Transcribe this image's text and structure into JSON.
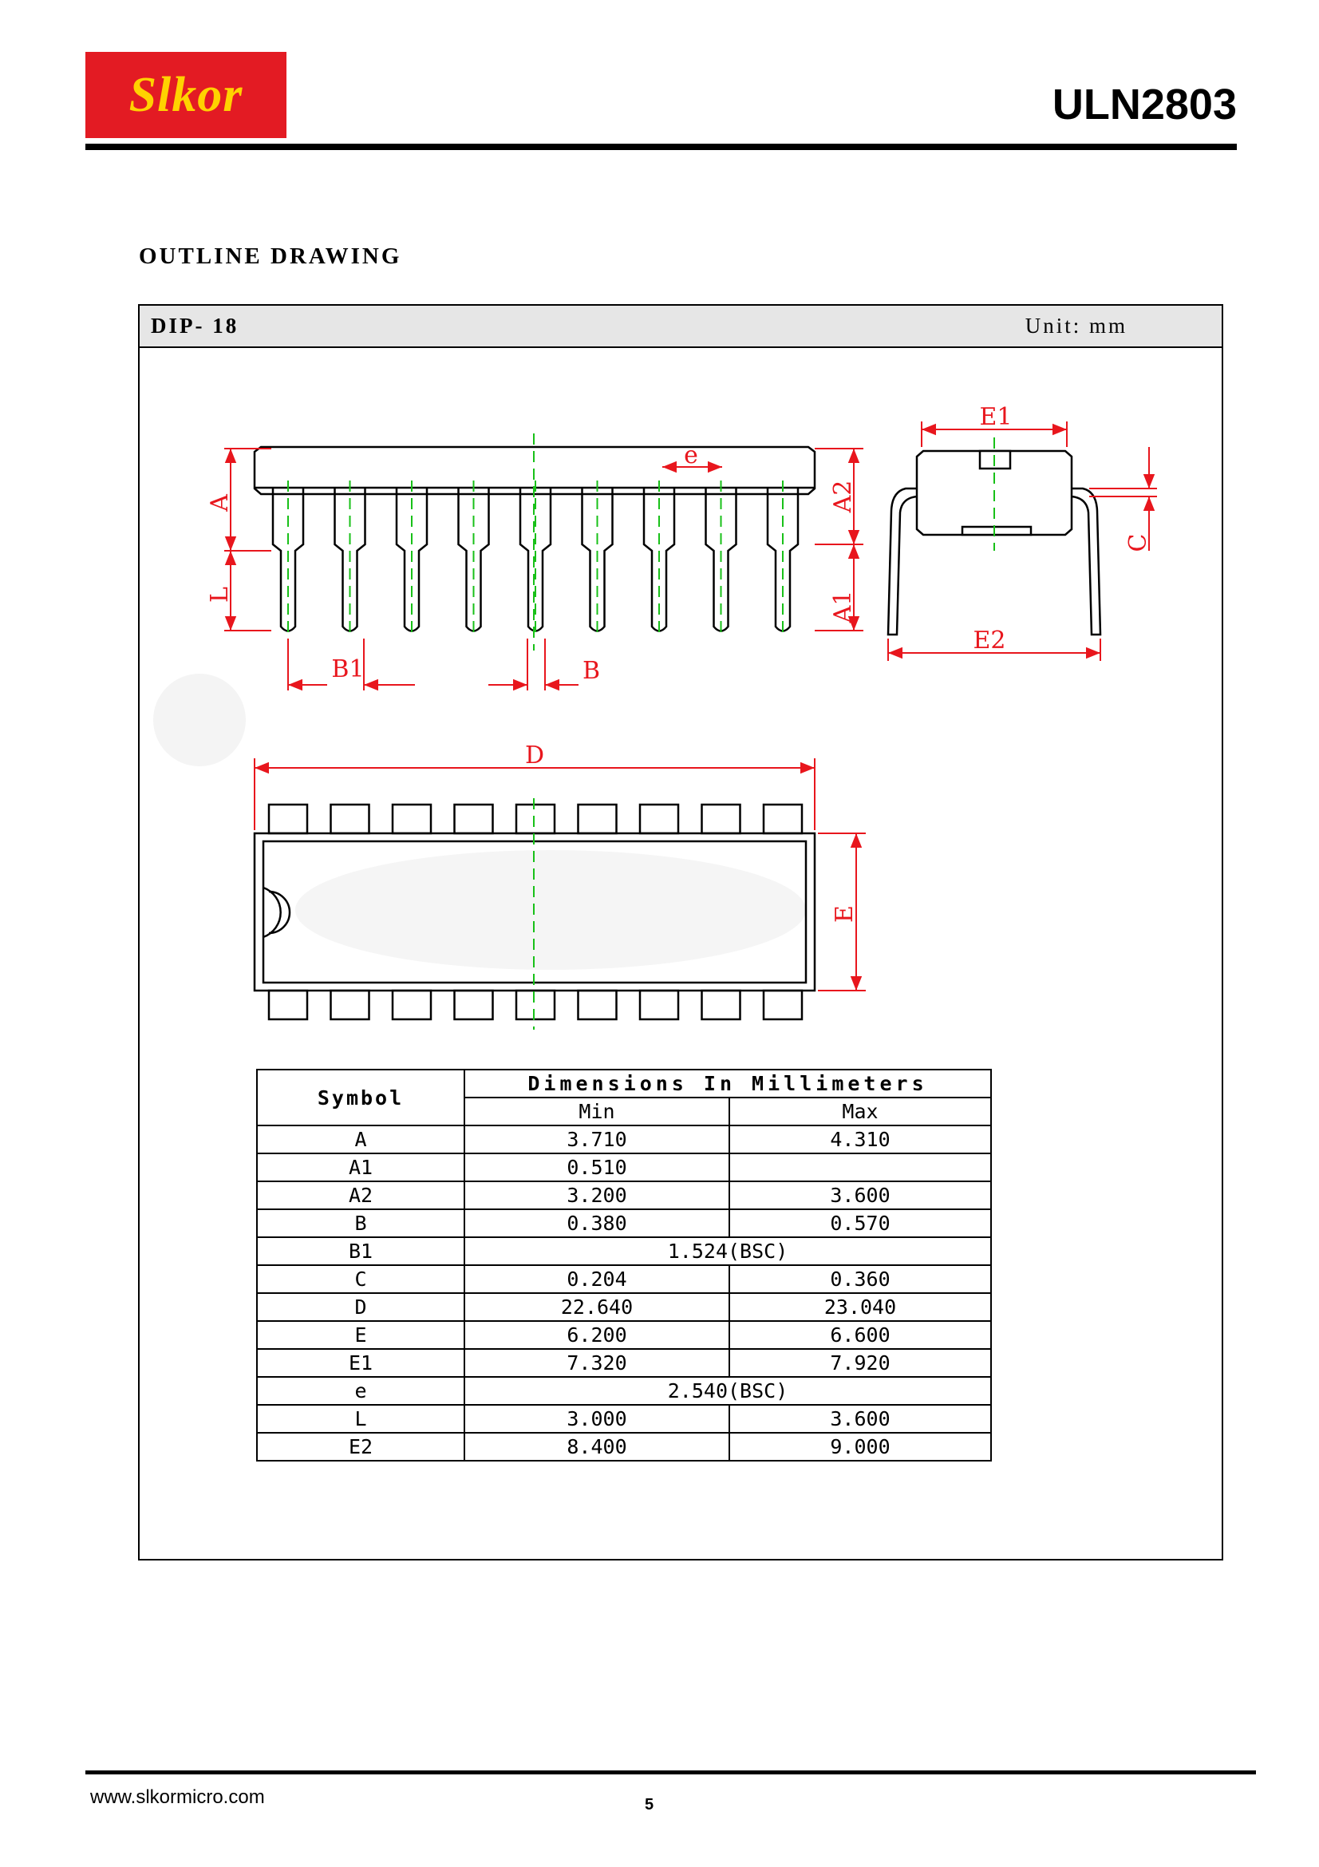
{
  "header": {
    "logo_text": "Slkor",
    "part_number": "ULN2803"
  },
  "section_title": "OUTLINE DRAWING",
  "drawing": {
    "package": "DIP- 18",
    "unit": "Unit: mm",
    "labels": {
      "A": "A",
      "L": "L",
      "e": "e",
      "A2": "A2",
      "A1": "A1",
      "B1": "B1",
      "B": "B",
      "E1": "E1",
      "C": "C",
      "E2": "E2",
      "D": "D",
      "E": "E"
    }
  },
  "dimensions_table": {
    "title": "Dimensions In Millimeters",
    "symbol_header": "Symbol",
    "min_header": "Min",
    "max_header": "Max",
    "rows": [
      {
        "symbol": "A",
        "min": "3.710",
        "max": "4.310"
      },
      {
        "symbol": "A1",
        "min": "0.510",
        "max": ""
      },
      {
        "symbol": "A2",
        "min": "3.200",
        "max": "3.600"
      },
      {
        "symbol": "B",
        "min": "0.380",
        "max": "0.570"
      },
      {
        "symbol": "B1",
        "span": "1.524(BSC)"
      },
      {
        "symbol": "C",
        "min": "0.204",
        "max": "0.360"
      },
      {
        "symbol": "D",
        "min": "22.640",
        "max": "23.040"
      },
      {
        "symbol": "E",
        "min": "6.200",
        "max": "6.600"
      },
      {
        "symbol": "E1",
        "min": "7.320",
        "max": "7.920"
      },
      {
        "symbol": "e",
        "span": "2.540(BSC)"
      },
      {
        "symbol": "L",
        "min": "3.000",
        "max": "3.600"
      },
      {
        "symbol": "E2",
        "min": "8.400",
        "max": "9.000"
      }
    ]
  },
  "footer": {
    "url": "www.slkormicro.com",
    "page_number": "5"
  },
  "colors": {
    "brand_red": "#e31b23",
    "brand_yellow": "#ffd200",
    "dimension_red": "#e8161d",
    "centerline_green": "#18c018"
  }
}
